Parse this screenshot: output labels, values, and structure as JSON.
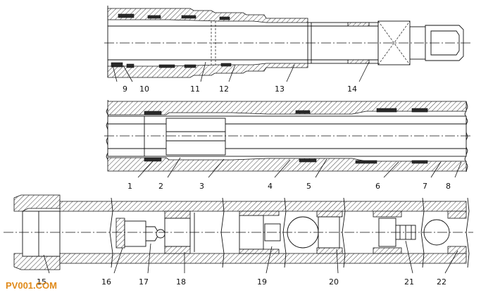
{
  "labels": {
    "p1": "1",
    "p2": "2",
    "p3": "3",
    "p4": "4",
    "p5": "5",
    "p6": "6",
    "p7": "7",
    "p8": "8",
    "p9": "9",
    "p10": "10",
    "p11": "11",
    "p12": "12",
    "p13": "13",
    "p14": "14",
    "p15": "15",
    "p16": "16",
    "p17": "17",
    "p18": "18",
    "p19": "19",
    "p20": "20",
    "p21": "21",
    "p22": "22"
  },
  "watermark": "PV001.COM"
}
